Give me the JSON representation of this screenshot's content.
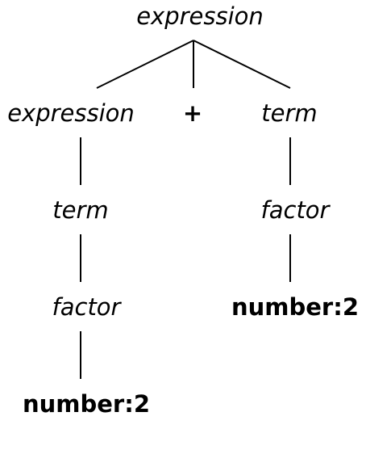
{
  "tree": {
    "root": "expression",
    "left_expression": "expression",
    "plus": "+",
    "right_term": "term",
    "left_term": "term",
    "right_factor": "factor",
    "left_factor": "factor",
    "right_number": "number:2",
    "left_number": "number:2"
  }
}
